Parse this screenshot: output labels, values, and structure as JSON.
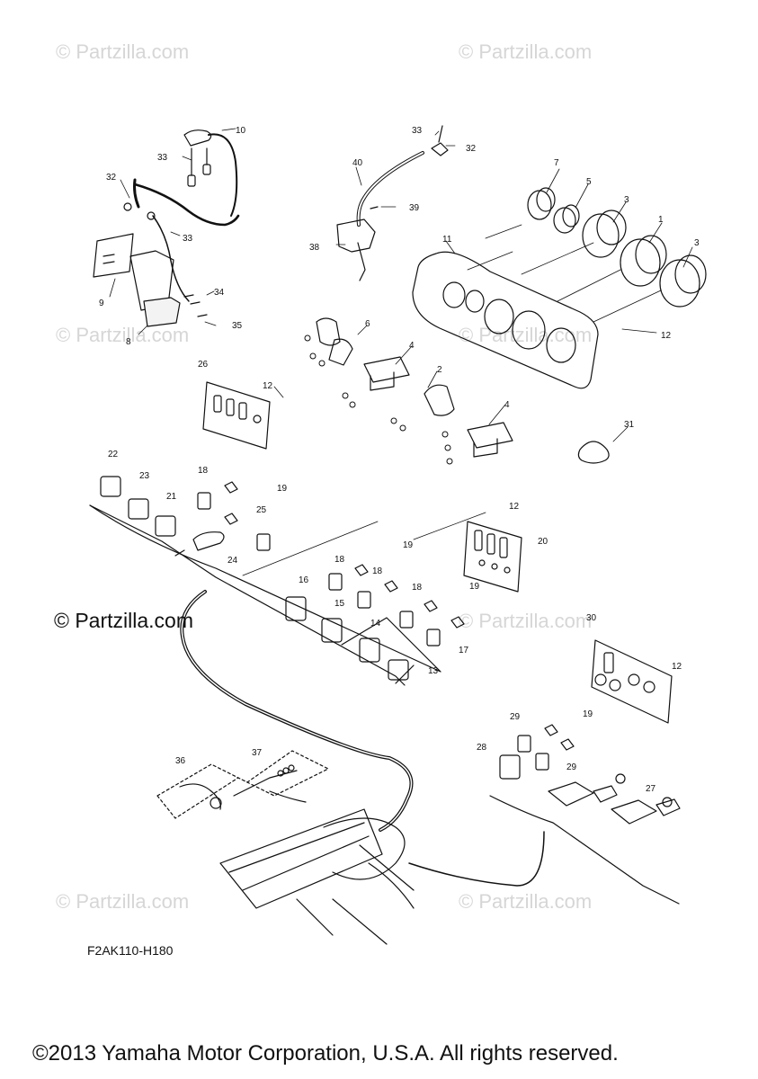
{
  "watermark": "© Partzilla.com",
  "watermark_main": "© Partzilla.com",
  "diagram_code": "F2AK110-H180",
  "copyright": "©2013 Yamaha Motor Corporation, U.S.A. All rights reserved.",
  "callouts": {
    "c1": "1",
    "c2": "2",
    "c3a": "3",
    "c3b": "3",
    "c4a": "4",
    "c4b": "4",
    "c5": "5",
    "c6": "6",
    "c7": "7",
    "c8": "8",
    "c9": "9",
    "c10": "10",
    "c11": "11",
    "c12a": "12",
    "c12b": "12",
    "c12c": "12",
    "c12d": "12",
    "c13": "13",
    "c14": "14",
    "c15": "15",
    "c16": "16",
    "c17": "17",
    "c18a": "18",
    "c18b": "18",
    "c18c": "18",
    "c18d": "18",
    "c19a": "19",
    "c19b": "19",
    "c19c": "19",
    "c19d": "19",
    "c20": "20",
    "c21": "21",
    "c22": "22",
    "c23": "23",
    "c24": "24",
    "c25": "25",
    "c26": "26",
    "c27": "27",
    "c28": "28",
    "c29a": "29",
    "c29b": "29",
    "c30": "30",
    "c31": "31",
    "c32a": "32",
    "c32b": "32",
    "c33a": "33",
    "c33b": "33",
    "c33c": "33",
    "c34": "34",
    "c35": "35",
    "c36": "36",
    "c37": "37",
    "c38": "38",
    "c39": "39",
    "c40": "40"
  }
}
